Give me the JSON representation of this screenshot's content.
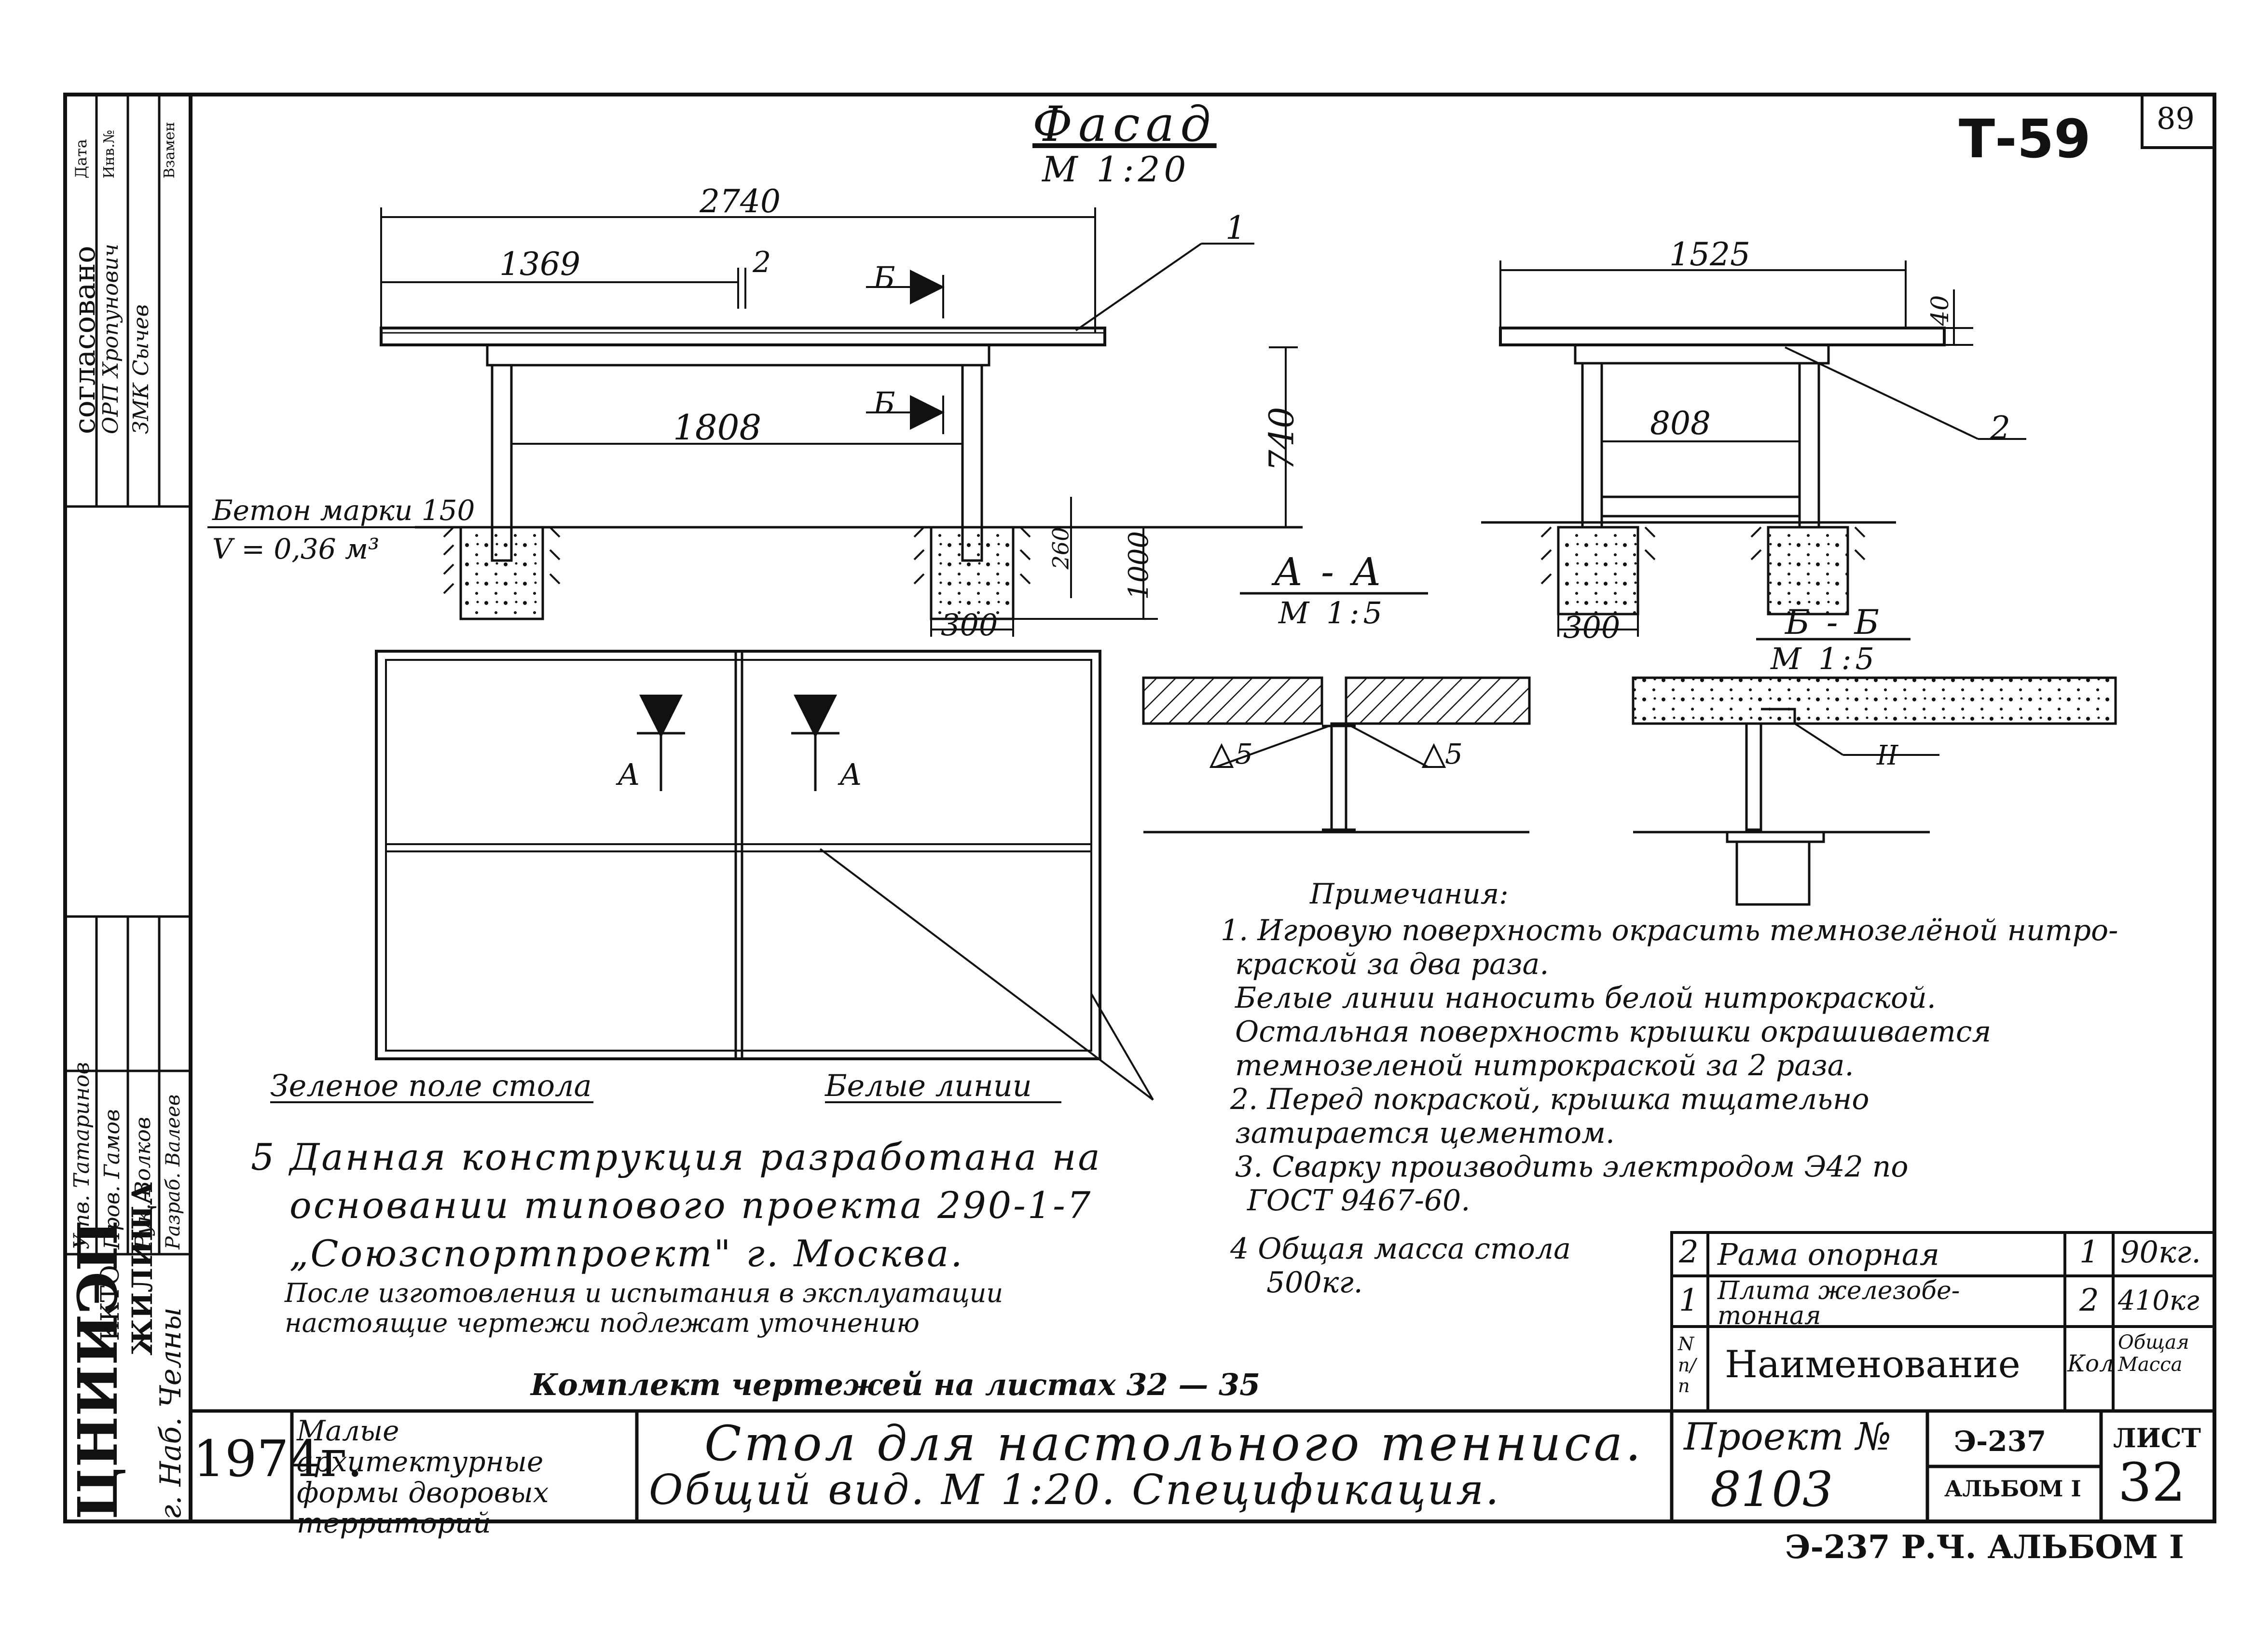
{
  "sheet_code": "Т-59",
  "sheet_page": "89",
  "facade": {
    "title": "Фасад",
    "scale": "М 1:20"
  },
  "dims": {
    "total_length": "2740",
    "half_length": "1369",
    "gap": "2",
    "leg_span": "1808",
    "height": "740",
    "footing_depth": "260",
    "footing_total": "1000",
    "footing_width": "300",
    "side_width": "1525",
    "top_thick": "40",
    "side_leg_span": "808",
    "side_footing_width": "300"
  },
  "section_marks": {
    "b": "Б",
    "a": "А"
  },
  "concrete_note": {
    "line1": "Бетон марки 150",
    "line2": "V = 0,36 м³"
  },
  "callouts": {
    "one": "1",
    "two": "2"
  },
  "section_aa": {
    "title": "А - А",
    "scale": "М 1:5",
    "weld_left": "5",
    "weld_right": "5"
  },
  "section_bb": {
    "title": "Б - Б",
    "scale": "М 1:5",
    "mark": "II"
  },
  "plan_labels": {
    "green": "Зеленое поле стола",
    "white": "Белые линии"
  },
  "notes": {
    "header": "Примечания:",
    "lines": [
      "1. Игровую поверхность окрасить темнозелёной нитро-",
      "краской за два раза.",
      "Белые линии наносить белой нитрокраской.",
      "Остальная поверхность крышки окрашивается",
      "темнозеленой нитрокраской за 2 раза.",
      "2. Перед покраской, крышка тщательно",
      "затирается цементом.",
      "3. Сварку производить электродом Э42 по",
      "ГОСТ 9467-60.",
      "4 Общая масса стола",
      "500кг."
    ]
  },
  "note5": {
    "lines": [
      "5 Данная конструкция разработана на",
      "основании типового проекта 290-1-7",
      "„Союзспортпроект\"   г. Москва."
    ],
    "small": [
      "После изготовления и испытания в эксплуатации",
      "настоящие чертежи подлежат уточнению"
    ]
  },
  "kit_note": "Комплект чертежей на листах 32 — 35",
  "spec_table": {
    "headers": {
      "num": "N п/п",
      "name": "Наименование",
      "qty": "Кол",
      "mass": "Общая Масса"
    },
    "rows": [
      {
        "num": "2",
        "name": "Рама опорная",
        "qty": "1",
        "mass": "90кг."
      },
      {
        "num": "1",
        "name": "Плита железобе- тонная",
        "qty": "2",
        "mass": "410кг"
      }
    ]
  },
  "title_block": {
    "org": "ЦНИИЭП",
    "org_sub1": "ККТО",
    "org_sub2": "ЖИЛИЩА",
    "org_city": "г. Наб. Челны",
    "year": "1974г.",
    "category": "Малые архитектурные формы дворовых территорий",
    "title_line1": "Стол для настольного тенниса.",
    "title_line2": "Общий вид.  М 1:20. Спецификация.",
    "project_label": "Проект №",
    "project_no": "8103",
    "code": "Э-237",
    "album": "АЛЬБОМ I",
    "sheet_label": "ЛИСТ",
    "sheet_no": "32"
  },
  "side_stamp": {
    "header": "согласовано",
    "rows": [
      "ОРП  Хропунович",
      "ЗМК  Сычев"
    ],
    "cols": [
      "Дата",
      "Инв.№",
      "Взамен"
    ],
    "signers": [
      "Утв. Татаринов",
      "Пров. Гамов",
      "Рук. Волков",
      "Разраб. Валеев"
    ]
  },
  "footer": "Э-237  Р.Ч. АЛЬБОМ I"
}
